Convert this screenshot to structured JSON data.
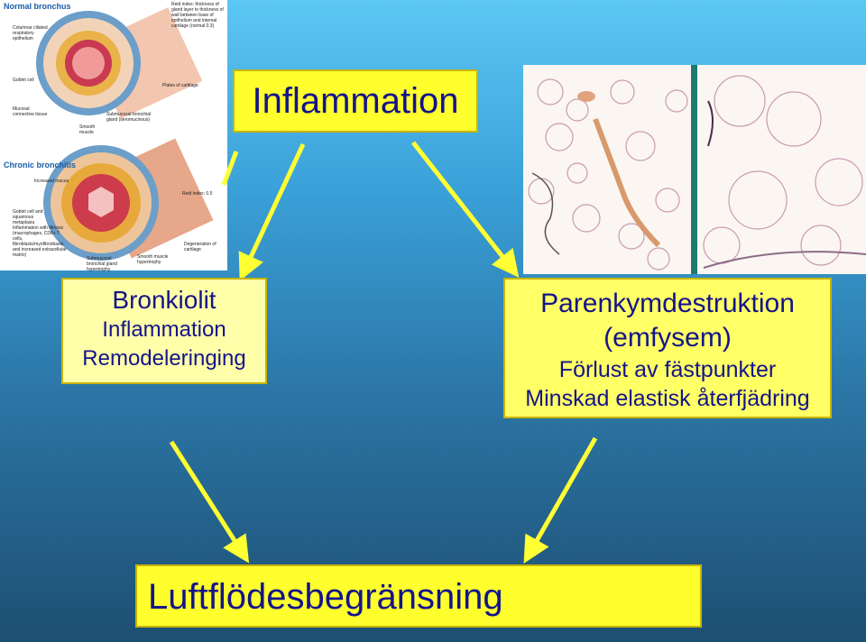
{
  "boxes": {
    "inflammation": "Inflammation",
    "bronkiolit": {
      "title": "Bronkiolit",
      "line1": "Inflammation",
      "line2": "Remodeleringing"
    },
    "parenkym": {
      "title": "Parenkymdestruktion",
      "line1": "(emfysem)",
      "line2": "Förlust av fästpunkter",
      "line3": "Minskad elastisk återfjädring"
    },
    "luftflode": "Luftflödesbegränsning"
  },
  "illustration": {
    "normal_heading": "Normal bronchus",
    "chronic_heading": "Chronic bronchitis",
    "labels_normal": [
      "Reid index: thickness of gland layer to thickness of wall between base of epithelium and internal cartilage (normal 0.3)",
      "Columnar ciliated respiratory epithelium",
      "Goblet cell",
      "Mucosal connective tissue",
      "Smooth muscle",
      "Submucosal bronchial gland (seromucinous)",
      "Plates of cartilage"
    ],
    "labels_chronic": [
      "Increased mucus",
      "Reid index: 0.5",
      "Goblet cell and squamous metaplasia",
      "Inflammation with fibrosis (macrophages, CD8+ T cells, fibroblasts/myofibroblasts and increased extracellular matrix)",
      "Submucosal bronchial gland hypertrophy",
      "Smooth muscle hypertrophy",
      "Degeneration of cartilage"
    ]
  },
  "colors": {
    "arrow": "#ffff33",
    "text": "#14148a",
    "box_bright": "#ffff2e",
    "box_pale": "#ffffaa",
    "box_mid": "#ffff66",
    "divider": "#1e7a70"
  }
}
